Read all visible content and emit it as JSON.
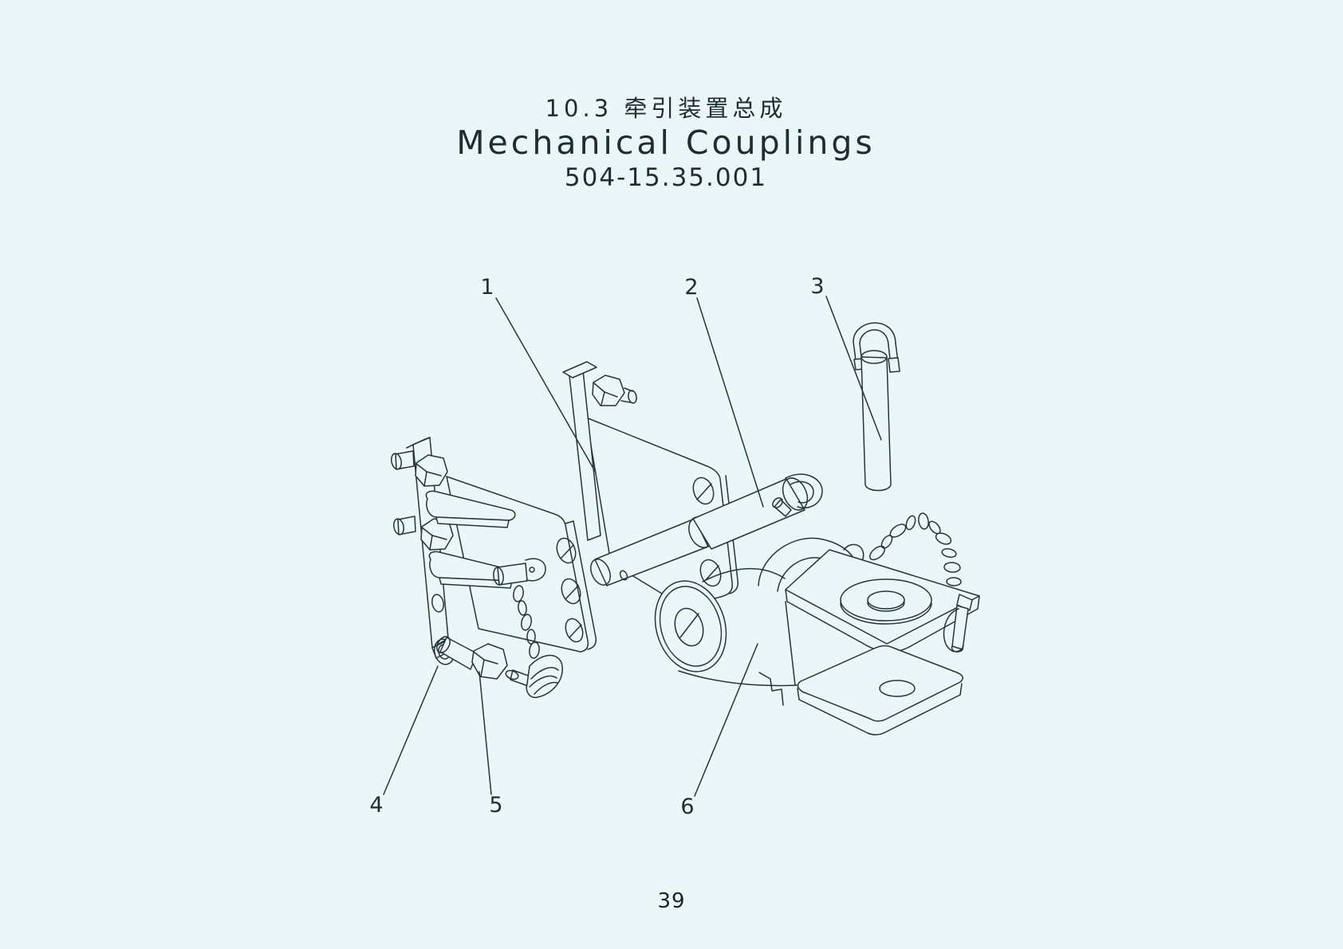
{
  "page": {
    "background_color": "#ebf6f9",
    "line_color": "#223538",
    "page_number": "39"
  },
  "title": {
    "section_zh": "10.3 牵引装置总成",
    "name_en": "Mechanical Couplings",
    "drawing_number": "504-15.35.001"
  },
  "figure": {
    "type": "exploded-isometric-line-drawing",
    "subject": "towing hitch mechanical coupling assembly",
    "callouts": [
      {
        "label": "1"
      },
      {
        "label": "2"
      },
      {
        "label": "3"
      },
      {
        "label": "4"
      },
      {
        "label": "5"
      },
      {
        "label": "6"
      }
    ]
  }
}
